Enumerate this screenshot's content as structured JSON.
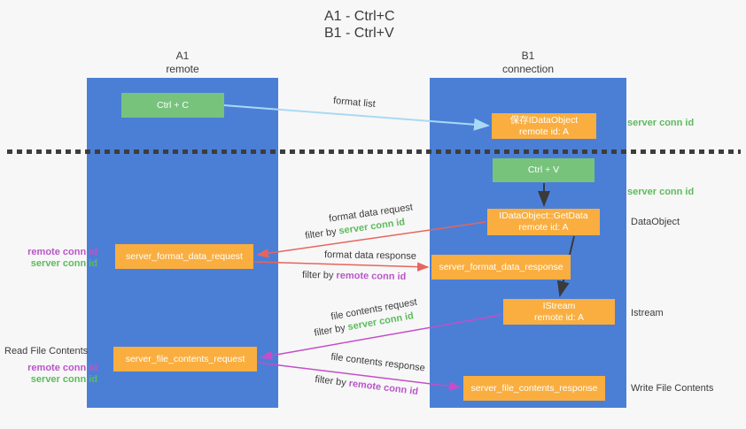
{
  "title": {
    "line1": "A1 - Ctrl+C",
    "line2": "B1 - Ctrl+V"
  },
  "lifelines": {
    "left": {
      "id": "A1",
      "role": "remote"
    },
    "right": {
      "id": "B1",
      "role": "connection"
    }
  },
  "nodes": {
    "ctrl_c": {
      "label": "Ctrl + C"
    },
    "save_idataobject": {
      "line1": "保存IDataObject",
      "line2": "remote id: A"
    },
    "ctrl_v": {
      "label": "Ctrl + V"
    },
    "idataobject_getdata": {
      "line1": "IDataObject::GetData",
      "line2": "remote id: A"
    },
    "server_format_data_request": {
      "label": "server_format_data_request"
    },
    "server_format_data_response": {
      "label": "server_format_data_response"
    },
    "istream": {
      "line1": "IStream",
      "line2": "remote id: A"
    },
    "server_file_contents_request": {
      "label": "server_file_contents_request"
    },
    "server_file_contents_response": {
      "label": "server_file_contents_response"
    }
  },
  "arrow_labels": {
    "format_list": "format list",
    "format_data_request": "format data request",
    "format_data_request_filter_prefix": "filter by",
    "format_data_request_filter_key": "server conn id",
    "format_data_response": "format data response",
    "format_data_response_filter_prefix": "filter by",
    "format_data_response_filter_key": "remote conn id",
    "file_contents_request": "file contents request",
    "file_contents_request_filter_prefix": "filter by",
    "file_contents_request_filter_key": "server conn id",
    "file_contents_response": "file contents response",
    "file_contents_response_filter_prefix": "filter by",
    "file_contents_response_filter_key": "remote conn id"
  },
  "side_labels": {
    "server_conn_id_top": "server conn id",
    "server_conn_id_mid": "server conn id",
    "dataobject": "DataObject",
    "istream": "Istream",
    "write_file_contents": "Write File Contents",
    "read_file_contents": "Read File Contents",
    "left_mid_remote": "remote conn id",
    "left_mid_server": "server conn id",
    "left_bottom_remote": "remote conn id",
    "left_bottom_server": "server conn id"
  },
  "colors": {
    "lifeline_blue": "#4b7fd6",
    "node_green": "#77c37c",
    "node_orange": "#f9ae3f",
    "label_green": "#5cbb5c",
    "label_purple": "#ba55c9",
    "arrow_lightblue": "#a9d9f5",
    "arrow_red": "#e8645e",
    "arrow_magenta": "#c44ec8",
    "arrow_black": "#3a3a3a",
    "text_dark": "#3b3b3b",
    "background": "#f7f7f7"
  }
}
